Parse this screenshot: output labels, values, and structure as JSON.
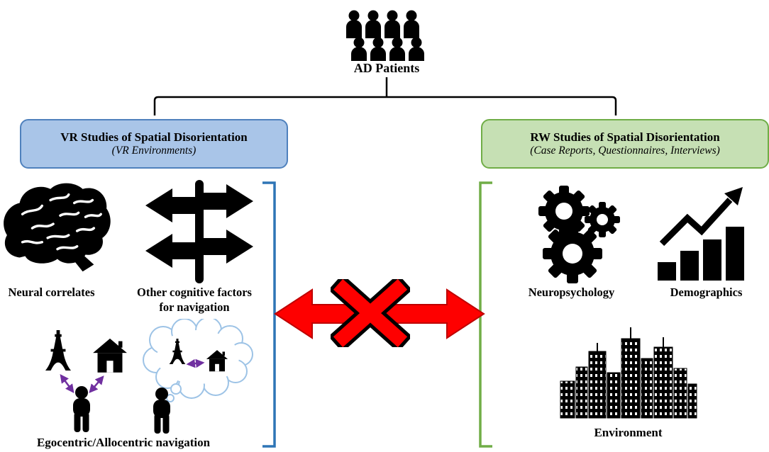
{
  "header": {
    "label": "AD Patients"
  },
  "vr_box": {
    "title": "VR Studies of Spatial Disorientation",
    "subtitle": "(VR Environments)"
  },
  "rw_box": {
    "title": "RW Studies of Spatial Disorientation",
    "subtitle": "(Case Reports, Questionnaires, Interviews)"
  },
  "vr_labels": {
    "neural": "Neural correlates",
    "cognitive_line1": "Other cognitive factors",
    "cognitive_line2": "for navigation",
    "egocentric": "Egocentric/Allocentric navigation"
  },
  "rw_labels": {
    "neuropsychology": "Neuropsychology",
    "demographics": "Demographics",
    "environment": "Environment"
  },
  "icons": {
    "patients": "people-group-icon",
    "brain": "brain-icon",
    "signpost": "direction-signpost-icon",
    "tower": "tower-landmark-icon",
    "house": "house-landmark-icon",
    "person": "person-icon",
    "thought_bubble": "thought-bubble-icon",
    "gears": "gears-icon",
    "trend_chart": "bar-chart-trend-icon",
    "city": "city-skyline-icon",
    "red_arrow": "double-headed-arrow-icon",
    "red_cross": "cross-out-icon"
  },
  "colors": {
    "vr-box-fill": "#a9c5e8",
    "vr-box-border": "#4f81bd",
    "rw-box-fill": "#c6e0b4",
    "rw-box-border": "#70ad47",
    "bracket-left": "#2e75b6",
    "bracket-right": "#70ad47",
    "arrow-red": "#fe0000",
    "cross-red": "#fe0000",
    "cross-outline": "#000000",
    "purple-arrow": "#7030a0",
    "bubble-outline": "#9dc3e6"
  }
}
